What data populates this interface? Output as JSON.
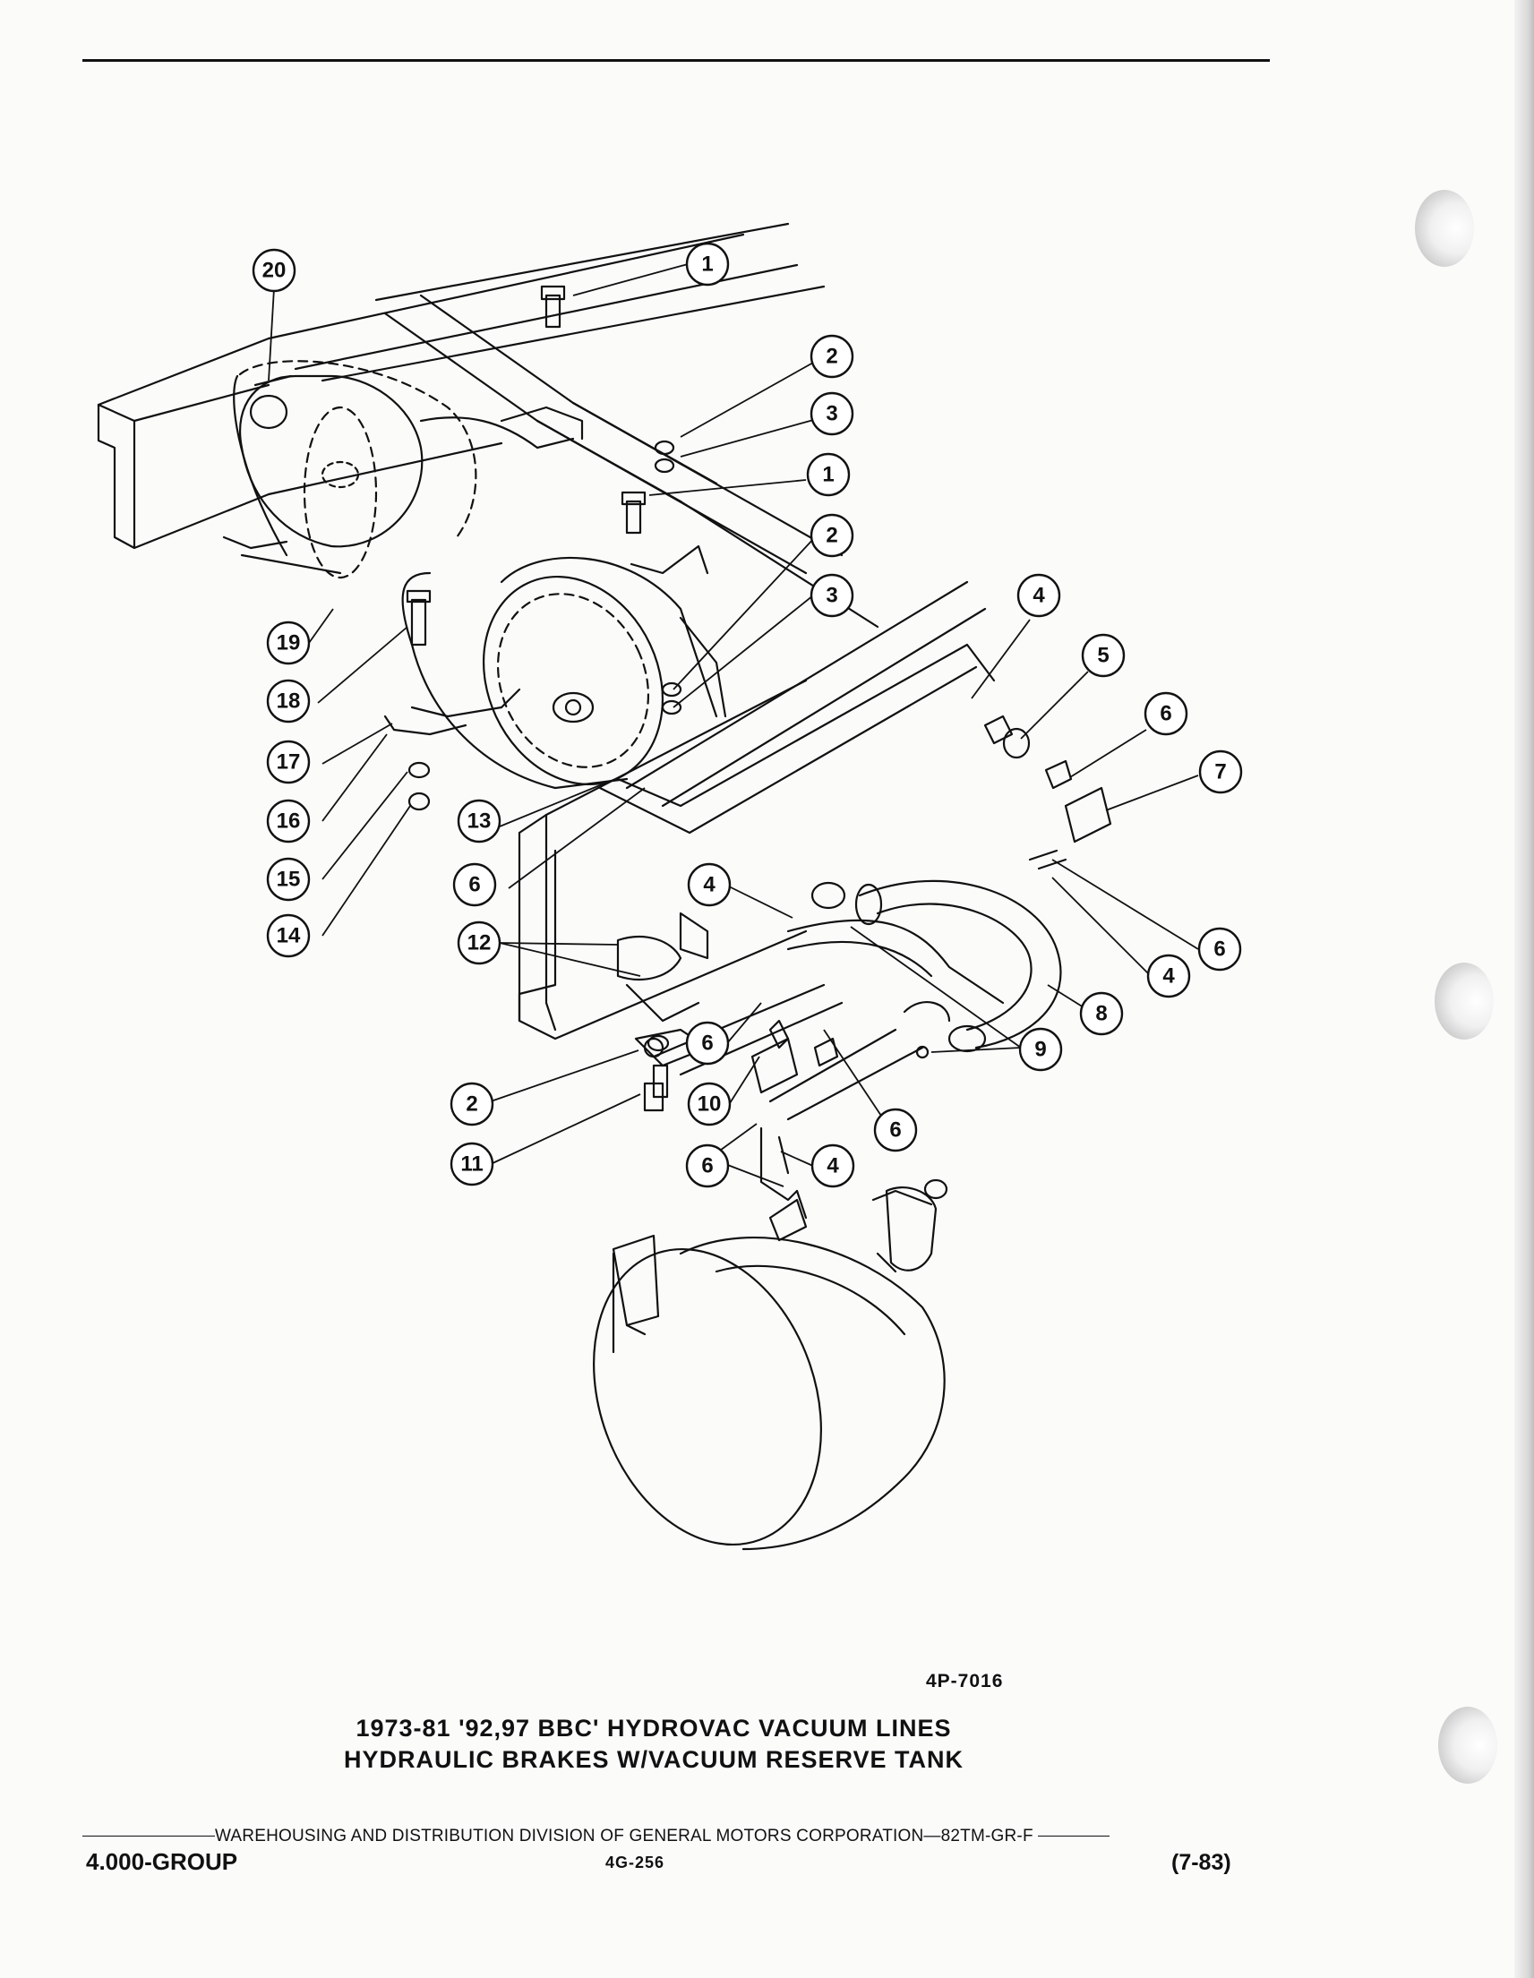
{
  "callouts": {
    "c20": "20",
    "c1a": "1",
    "c2a": "2",
    "c3a": "3",
    "c1b": "1",
    "c2b": "2",
    "c3b": "3",
    "c4a": "4",
    "c5": "5",
    "c6a": "6",
    "c7": "7",
    "c19": "19",
    "c18": "18",
    "c17": "17",
    "c16": "16",
    "c15": "15",
    "c14": "14",
    "c13": "13",
    "c6b": "6",
    "c12": "12",
    "c4b": "4",
    "c6c": "6",
    "c4c": "4",
    "c8": "8",
    "c9": "9",
    "c6d": "6",
    "c10": "10",
    "c2c": "2",
    "c11": "11",
    "c6e": "6",
    "c6f": "6",
    "c4d": "4"
  },
  "figure": {
    "code": "4P-7016",
    "caption_line1": "1973-81 '92,97 BBC' HYDROVAC VACUUM LINES",
    "caption_line2": "HYDRAULIC BRAKES  W/VACUUM RESERVE TANK"
  },
  "footer": {
    "division": "WAREHOUSING AND DISTRIBUTION  DIVISION OF GENERAL MOTORS CORPORATION—82TM-GR-F",
    "group": "4.000-GROUP",
    "page": "4G-256",
    "date": "(7-83)"
  }
}
